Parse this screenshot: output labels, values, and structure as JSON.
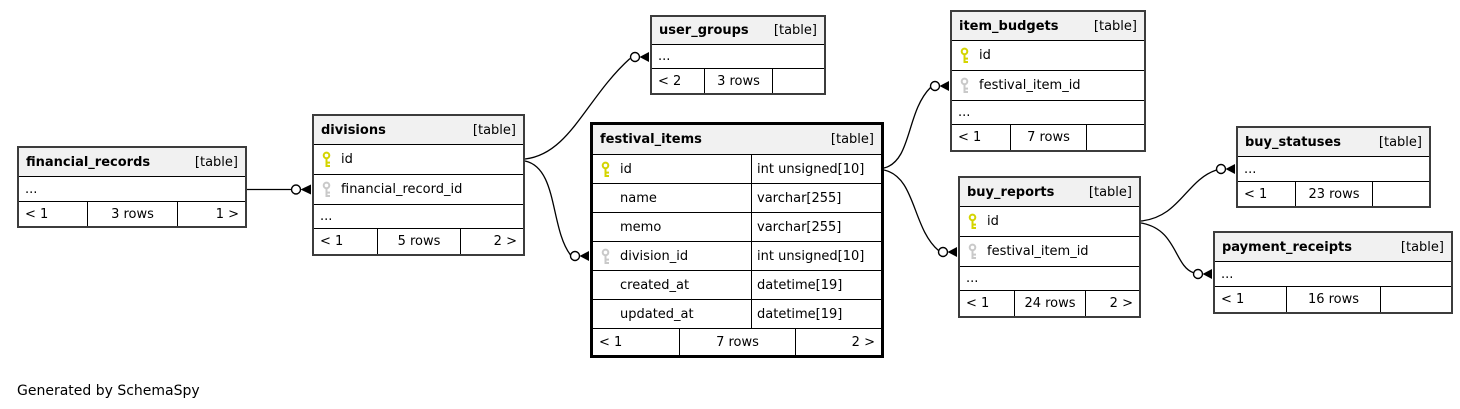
{
  "footer_note": "Generated by SchemaSpy",
  "colors": {
    "primary_key": "#d4d400",
    "foreign_key": "#c9c9c9",
    "header_bg": "#f1f1f1",
    "table_border": "#3c3c3c",
    "focus_table_border": "#000000",
    "connector": "#000000"
  },
  "tables": {
    "financial_records": {
      "name": "financial_records",
      "tag": "[table]",
      "dots": "...",
      "footer": {
        "left": "< 1",
        "center": "3 rows",
        "right": "1 >"
      }
    },
    "divisions": {
      "name": "divisions",
      "tag": "[table]",
      "columns": {
        "c0": {
          "name": "id",
          "key": "primary"
        },
        "c1": {
          "name": "financial_record_id",
          "key": "foreign"
        }
      },
      "dots": "...",
      "footer": {
        "left": "< 1",
        "center": "5 rows",
        "right": "2 >"
      }
    },
    "user_groups": {
      "name": "user_groups",
      "tag": "[table]",
      "dots": "...",
      "footer": {
        "left": "< 2",
        "center": "3 rows",
        "right": ""
      }
    },
    "festival_items": {
      "name": "festival_items",
      "tag": "[table]",
      "columns": {
        "c0": {
          "name": "id",
          "type": "int unsigned[10]",
          "key": "primary"
        },
        "c1": {
          "name": "name",
          "type": "varchar[255]",
          "key": "none"
        },
        "c2": {
          "name": "memo",
          "type": "varchar[255]",
          "key": "none"
        },
        "c3": {
          "name": "division_id",
          "type": "int unsigned[10]",
          "key": "foreign"
        },
        "c4": {
          "name": "created_at",
          "type": "datetime[19]",
          "key": "none"
        },
        "c5": {
          "name": "updated_at",
          "type": "datetime[19]",
          "key": "none"
        }
      },
      "footer": {
        "left": "< 1",
        "center": "7 rows",
        "right": "2 >"
      }
    },
    "item_budgets": {
      "name": "item_budgets",
      "tag": "[table]",
      "columns": {
        "c0": {
          "name": "id",
          "key": "primary"
        },
        "c1": {
          "name": "festival_item_id",
          "key": "foreign"
        }
      },
      "dots": "...",
      "footer": {
        "left": "< 1",
        "center": "7 rows",
        "right": ""
      }
    },
    "buy_reports": {
      "name": "buy_reports",
      "tag": "[table]",
      "columns": {
        "c0": {
          "name": "id",
          "key": "primary"
        },
        "c1": {
          "name": "festival_item_id",
          "key": "foreign"
        }
      },
      "dots": "...",
      "footer": {
        "left": "< 1",
        "center": "24 rows",
        "right": "2 >"
      }
    },
    "buy_statuses": {
      "name": "buy_statuses",
      "tag": "[table]",
      "dots": "...",
      "footer": {
        "left": "< 1",
        "center": "23 rows",
        "right": ""
      }
    },
    "payment_receipts": {
      "name": "payment_receipts",
      "tag": "[table]",
      "dots": "...",
      "footer": {
        "left": "< 1",
        "center": "16 rows",
        "right": ""
      }
    }
  },
  "relationships": [
    {
      "from": "financial_records",
      "to": "divisions.financial_record_id"
    },
    {
      "from": "divisions.id",
      "to": "user_groups"
    },
    {
      "from": "divisions.id",
      "to": "festival_items.division_id"
    },
    {
      "from": "festival_items.id",
      "to": "item_budgets.festival_item_id"
    },
    {
      "from": "festival_items.id",
      "to": "buy_reports.festival_item_id"
    },
    {
      "from": "buy_reports.id",
      "to": "buy_statuses"
    },
    {
      "from": "buy_reports.id",
      "to": "payment_receipts"
    }
  ]
}
